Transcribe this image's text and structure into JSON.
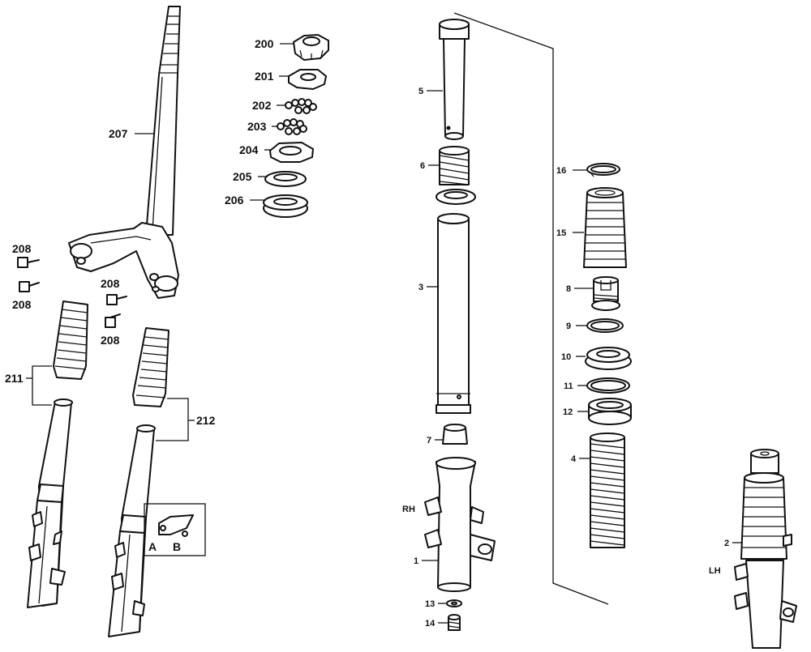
{
  "labels": {
    "l200": "200",
    "l201": "201",
    "l202": "202",
    "l203": "203",
    "l204": "204",
    "l205": "205",
    "l206": "206",
    "l207": "207",
    "l208": "208",
    "l211": "211",
    "l212": "212",
    "lA": "A",
    "lB": "B",
    "l1": "1",
    "l2": "2",
    "l3": "3",
    "l4": "4",
    "l5": "5",
    "l6": "6",
    "l7": "7",
    "l8": "8",
    "l9": "9",
    "l10": "10",
    "l11": "11",
    "l12": "12",
    "l13": "13",
    "l14": "14",
    "l15": "15",
    "l16": "16",
    "rh": "RH",
    "lh": "LH"
  }
}
